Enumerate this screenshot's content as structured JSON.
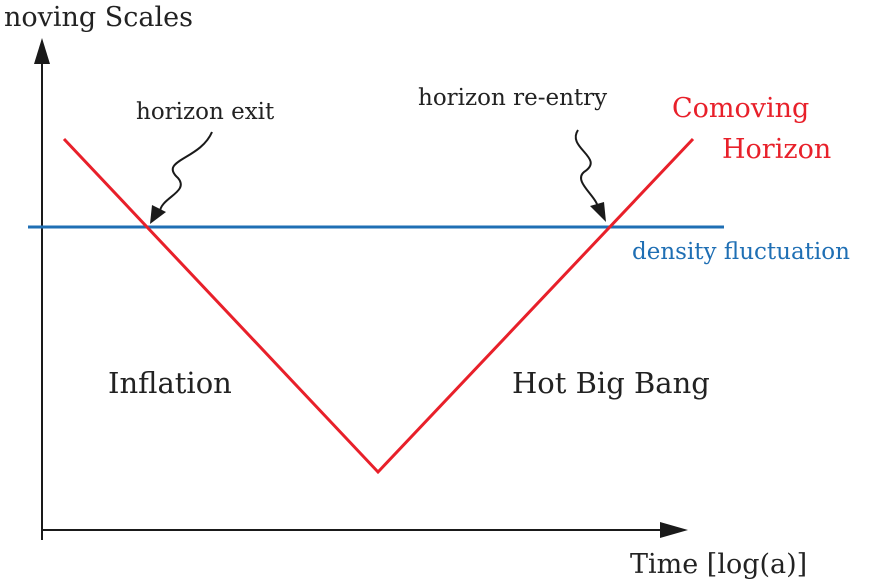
{
  "labels": {
    "y_axis": "noving Scales",
    "x_axis": "Time [log(a)]",
    "horizon_exit": "horizon exit",
    "horizon_reentry": "horizon re-entry",
    "comoving_line1": "Comoving",
    "comoving_line2": "Horizon",
    "density": "density fluctuation",
    "inflation": "Inflation",
    "hot_big_bang": "Hot Big Bang"
  },
  "colors": {
    "axis": "#1a1a1a",
    "horizon": "#e8202a",
    "fluctuation": "#1f6fb4",
    "text": "#222222"
  },
  "icons": {
    "x_axis_arrow": "arrowhead-right",
    "y_axis_arrow": "arrowhead-up",
    "exit_pointer": "curved-arrow",
    "reentry_pointer": "curved-arrow"
  }
}
